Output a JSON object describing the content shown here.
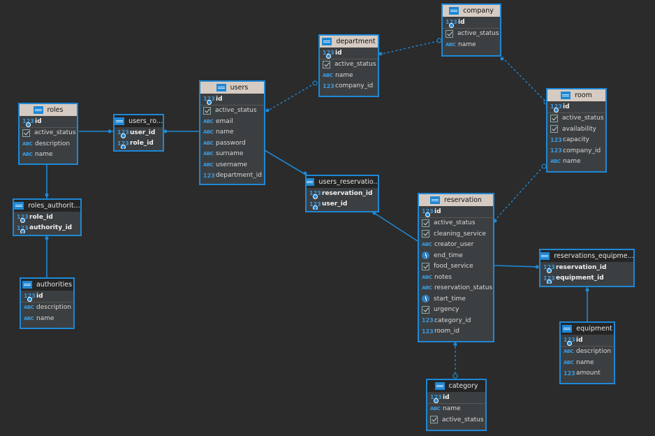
{
  "tables": {
    "company": {
      "title": "company",
      "cols": [
        "id",
        "active_status",
        "name"
      ]
    },
    "department": {
      "title": "department",
      "cols": [
        "id",
        "active_status",
        "name",
        "company_id"
      ]
    },
    "users": {
      "title": "users",
      "cols": [
        "id",
        "active_status",
        "email",
        "name",
        "password",
        "surname",
        "username",
        "department_id"
      ]
    },
    "roles": {
      "title": "roles",
      "cols": [
        "id",
        "active_status",
        "description",
        "name"
      ]
    },
    "users_roles": {
      "title": "users_ro...",
      "cols": [
        "user_id",
        "role_id"
      ]
    },
    "roles_authorities": {
      "title": "roles_authorit...",
      "cols": [
        "role_id",
        "authority_id"
      ]
    },
    "authorities": {
      "title": "authorities",
      "cols": [
        "id",
        "description",
        "name"
      ]
    },
    "room": {
      "title": "room",
      "cols": [
        "id",
        "active_status",
        "availability",
        "capacity",
        "company_id",
        "name"
      ]
    },
    "users_reservations": {
      "title": "users_reservatio...",
      "cols": [
        "reservation_id",
        "user_id"
      ]
    },
    "reservation": {
      "title": "reservation",
      "cols": [
        "id",
        "active_status",
        "cleaning_service",
        "creator_user",
        "end_time",
        "food_service",
        "notes",
        "reservation_status",
        "start_time",
        "urgency",
        "category_id",
        "room_id"
      ]
    },
    "reservations_equipment": {
      "title": "reservations_equipme...",
      "cols": [
        "reservation_id",
        "equipment_id"
      ]
    },
    "equipment": {
      "title": "equipment",
      "cols": [
        "id",
        "description",
        "name",
        "amount"
      ]
    },
    "category": {
      "title": "category",
      "cols": [
        "id",
        "name",
        "active_status"
      ]
    }
  },
  "icons": {
    "numeric": "123",
    "text": "ABC",
    "key": "key-icon",
    "check": "checkbox-icon",
    "clock": "clock-icon"
  },
  "colors": {
    "background": "#2b2b2b",
    "accent": "#1e88d6",
    "table_body": "#3c3f41",
    "selected_header": "#d6cbc2"
  }
}
